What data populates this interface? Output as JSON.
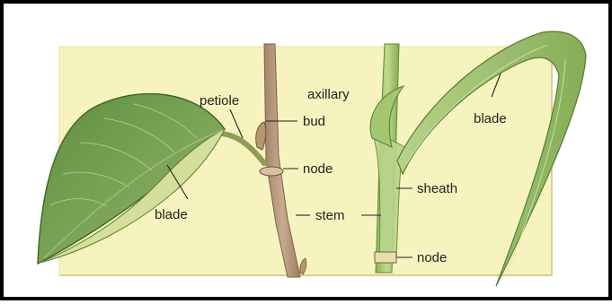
{
  "labels": {
    "petiole": "petiole",
    "axillary": "axillary",
    "bud": "bud",
    "node_left": "node",
    "stem": "stem",
    "blade_left": "blade",
    "sheath": "sheath",
    "node_right": "node",
    "blade_right": "blade"
  },
  "colors": {
    "paper": "#f7f3bf",
    "leaf_green": "#7fa75a",
    "leaf_dark": "#4f7a33",
    "grass_green": "#a9c97b",
    "stem_brown": "#b89a7e",
    "stem_green": "#9fc06a"
  }
}
